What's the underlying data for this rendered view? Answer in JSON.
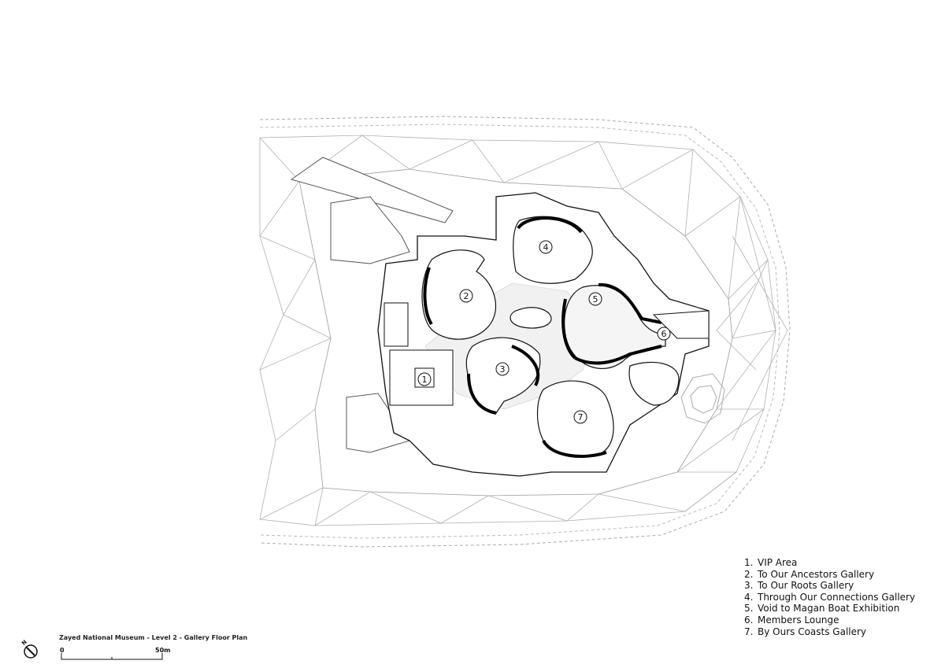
{
  "plan": {
    "title": "Zayed National Museum - Level 2 - Gallery Floor Plan",
    "scale_start": "0",
    "scale_end": "50m",
    "north_label": "N",
    "markers": [
      "1",
      "2",
      "3",
      "4",
      "5",
      "6",
      "7"
    ]
  },
  "legend": {
    "items": [
      {
        "num": "1.",
        "label": "VIP Area"
      },
      {
        "num": "2.",
        "label": "To Our Ancestors Gallery"
      },
      {
        "num": "3.",
        "label": "To Our Roots Gallery"
      },
      {
        "num": "4.",
        "label": "Through Our Connections Gallery"
      },
      {
        "num": "5.",
        "label": "Void to Magan Boat Exhibition"
      },
      {
        "num": "6.",
        "label": "Members Lounge"
      },
      {
        "num": "7.",
        "label": "By Ours Coasts Gallery"
      }
    ]
  },
  "colors": {
    "line": "#111111",
    "light_line": "#9a9a9a",
    "background": "#ffffff"
  }
}
